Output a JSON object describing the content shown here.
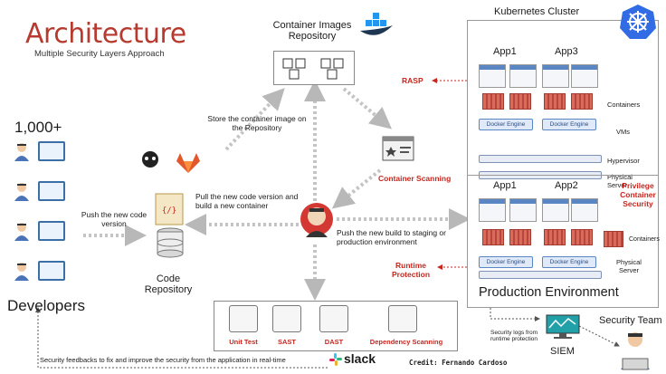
{
  "header": {
    "title": "Architecture",
    "subtitle": "Multiple Security Layers Approach"
  },
  "developers": {
    "count": "1,000+",
    "label": "Developers"
  },
  "edges": {
    "push_code": "Push the new code version",
    "store_image": "Store the container image on the Repository",
    "pull_build": "Pull the new code version and build a new container",
    "push_build": "Push the new build to staging or production environment",
    "feedback": "Security feedbacks to fix and improve the security from the application in real-time"
  },
  "code_repo": {
    "label": "Code Repository"
  },
  "image_repo": {
    "label": "Container Images Repository"
  },
  "container_scanning": "Container Scanning",
  "runtime_protection": "Runtime Protection",
  "rasp": "RASP",
  "privilege_security": "Privilege Container Security",
  "cluster": {
    "title": "Kubernetes Cluster",
    "upper": {
      "apps": [
        "App1",
        "App3"
      ],
      "layers": [
        "Containers",
        "VMs",
        "Hypervisor",
        "Physical Server"
      ],
      "engine": "Docker Engine"
    },
    "lower": {
      "apps": [
        "App1",
        "App2"
      ],
      "layers": [
        "Containers",
        "Physical Server"
      ],
      "engine": "Docker Engine",
      "title": "Production Environment"
    }
  },
  "tools": [
    "Unit Test",
    "SAST",
    "DAST",
    "Dependency Scanning"
  ],
  "slack": "slack",
  "siem": {
    "label": "SIEM",
    "note": "Security logs from runtime protection"
  },
  "security_team": "Security Team",
  "credit": "Credit: Fernando Cardoso",
  "colors": {
    "accent_red": "#c8261e",
    "title_red": "#b73a2f",
    "k8s_blue": "#326ce5",
    "docker_blue": "#2496ed"
  }
}
